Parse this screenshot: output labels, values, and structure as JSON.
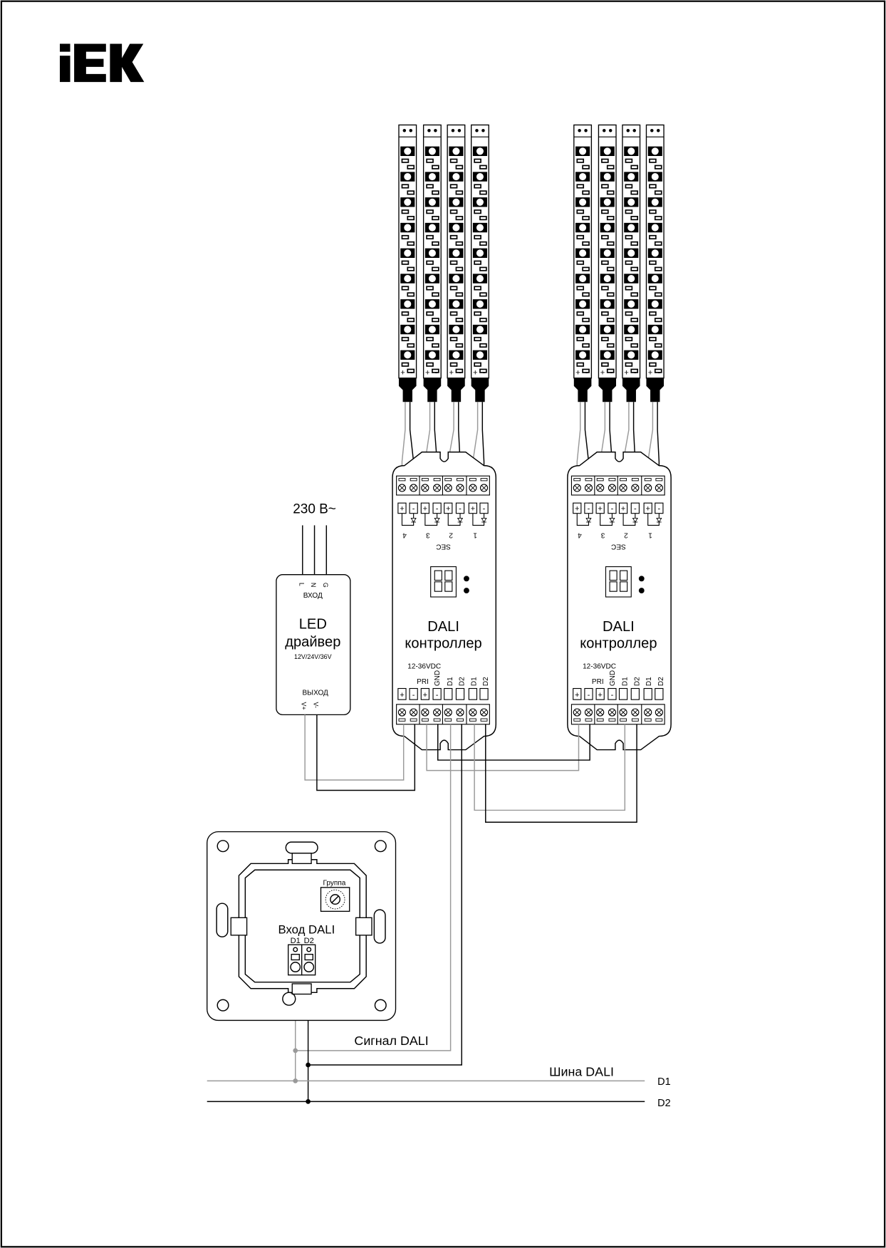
{
  "logo": {
    "text": "IEK"
  },
  "colors": {
    "line": "#000000",
    "wire_gray": "#999999",
    "background": "#ffffff"
  },
  "mains": {
    "label": "230 В~"
  },
  "driver": {
    "input_pins": [
      "L",
      "N",
      "G"
    ],
    "input_label": "ВХОД",
    "title_line1": "LED",
    "title_line2": "драйвер",
    "voltages": "12V/24V/36V",
    "output_label": "ВЫХОД",
    "output_pins": [
      "V+",
      "V-"
    ]
  },
  "controller": {
    "title_line1": "DALI",
    "title_line2": "контроллер",
    "sec_label": "SEC",
    "channels": [
      "4",
      "3",
      "2",
      "1"
    ],
    "sec_pins": [
      "+",
      "-"
    ],
    "supply_label": "12-36VDC",
    "pri_label": "PRI",
    "pri_pins": [
      "+",
      "-",
      "+",
      "-"
    ],
    "bus_pins": [
      "GND",
      "D1",
      "D2",
      "D1",
      "D2"
    ],
    "display_icon": "seven-segment-display-icon"
  },
  "led_strip": {
    "polarity": [
      "+",
      "-"
    ]
  },
  "switch": {
    "group_label": "Группа",
    "input_label": "Вход DALI",
    "pins": [
      "D1",
      "D2"
    ],
    "rotary_icon": "rotary-selector-icon"
  },
  "signal_label": "Сигнал DALI",
  "bus": {
    "label": "Шина DALI",
    "lines": [
      "D1",
      "D2"
    ]
  }
}
